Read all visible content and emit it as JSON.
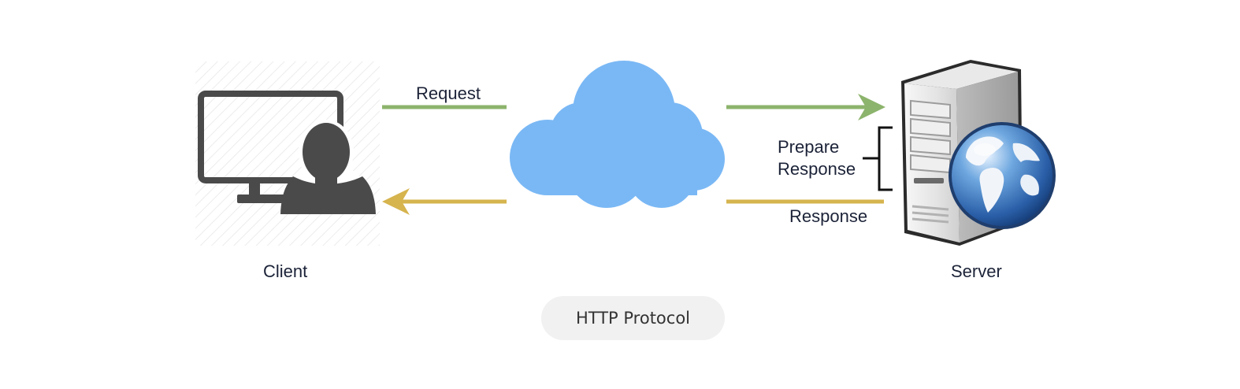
{
  "labels": {
    "request": "Request",
    "prepare_response": "Prepare\nResponse",
    "response": "Response",
    "client": "Client",
    "server": "Server",
    "protocol": "HTTP Protocol"
  },
  "colors": {
    "request_arrow": "#8cb46c",
    "response_arrow": "#d6b44e",
    "cloud": "#7ab8f5",
    "client_icon": "#4a4a4a",
    "text": "#1c2338"
  },
  "icons": {
    "client": "monitor-user-icon",
    "network": "cloud-icon",
    "server": "server-globe-icon"
  }
}
